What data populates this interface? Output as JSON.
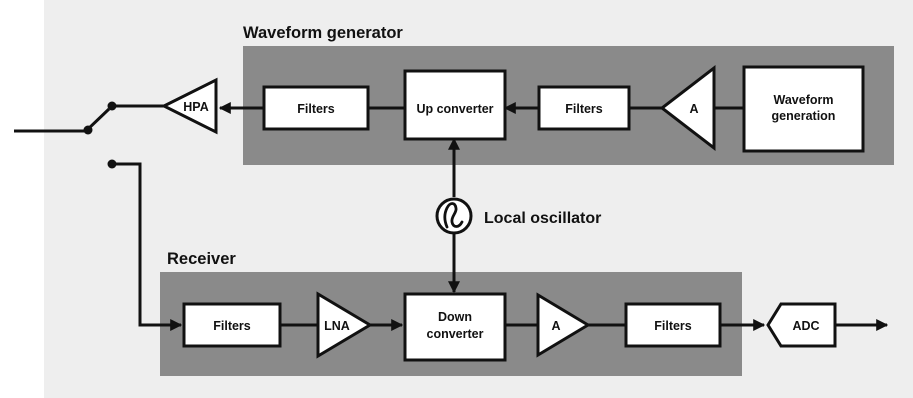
{
  "colors": {
    "background_panel": "#eeeeee",
    "group_panel": "#8a8a8a",
    "stroke": "#111111",
    "block_fill": "#ffffff"
  },
  "transmitter": {
    "title": "Waveform generator",
    "hpa": "HPA",
    "filters": "Filters",
    "up_converter": "Up converter",
    "filters_2": "Filters",
    "amplifier": "A",
    "waveform_generation_line1": "Waveform",
    "waveform_generation_line2": "generation"
  },
  "oscillator": {
    "label": "Local oscillator",
    "icon": "sine-wave-icon"
  },
  "receiver": {
    "title": "Receiver",
    "filters": "Filters",
    "lna": "LNA",
    "down_converter_line1": "Down",
    "down_converter_line2": "converter",
    "amplifier": "A",
    "filters_2": "Filters",
    "adc": "ADC"
  }
}
